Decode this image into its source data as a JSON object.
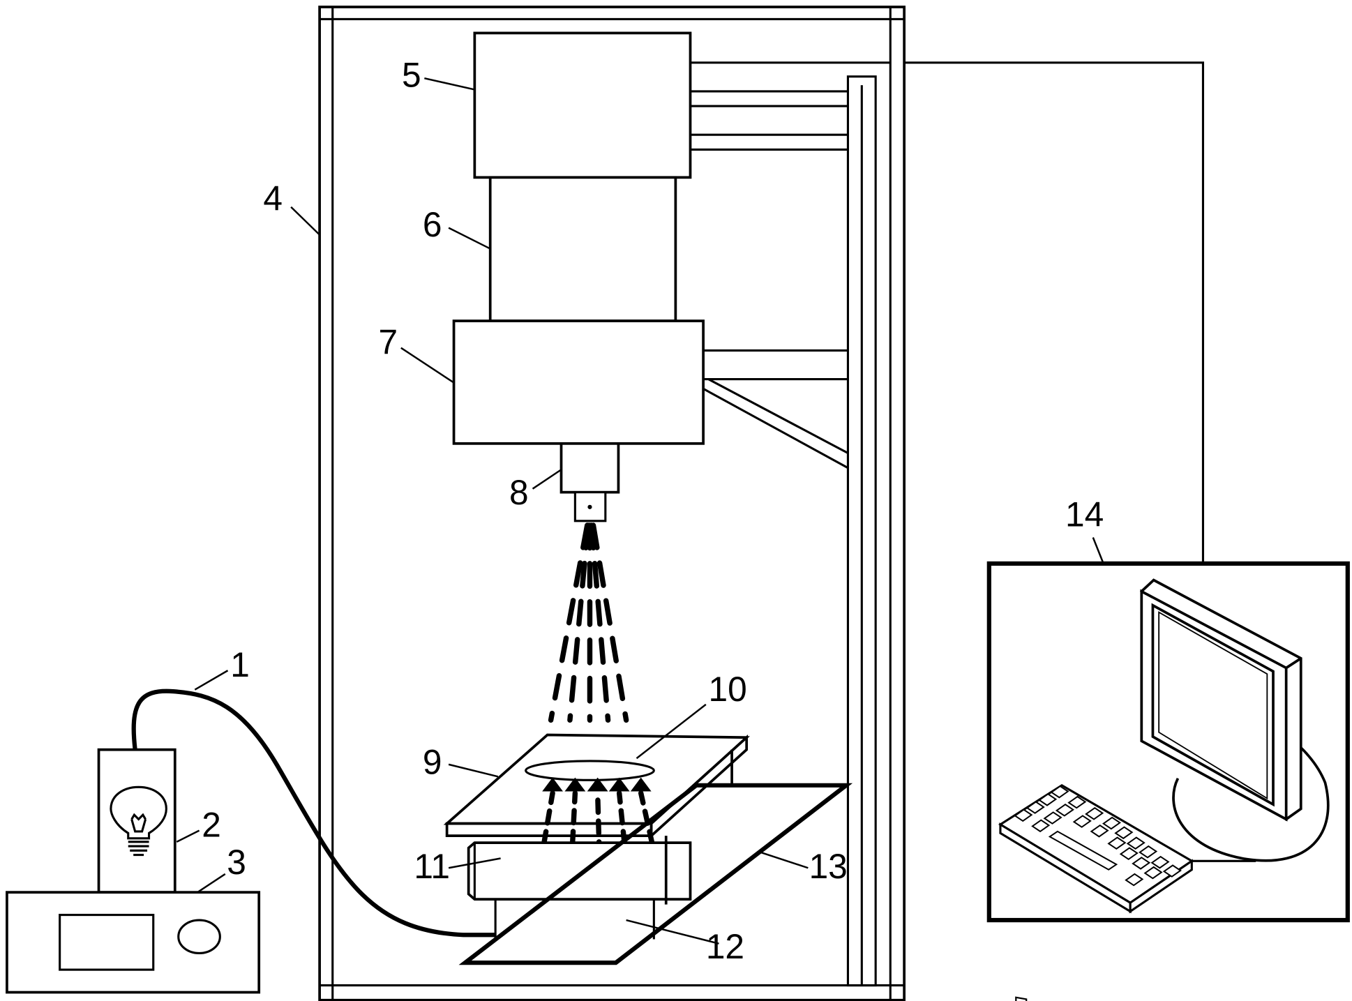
{
  "labels": {
    "l1": "1",
    "l2": "2",
    "l3": "3",
    "l4": "4",
    "l5": "5",
    "l6": "6",
    "l7": "7",
    "l8": "8",
    "l9": "9",
    "l10": "10",
    "l11": "11",
    "l12": "12",
    "l13": "13",
    "l14": "14"
  },
  "icons": {
    "bulb": "light-bulb-icon",
    "monitor": "computer-monitor-icon",
    "keyboard": "keyboard-icon"
  },
  "colors": {
    "line": "#000000",
    "background": "#ffffff",
    "ray_light": "#999999"
  }
}
